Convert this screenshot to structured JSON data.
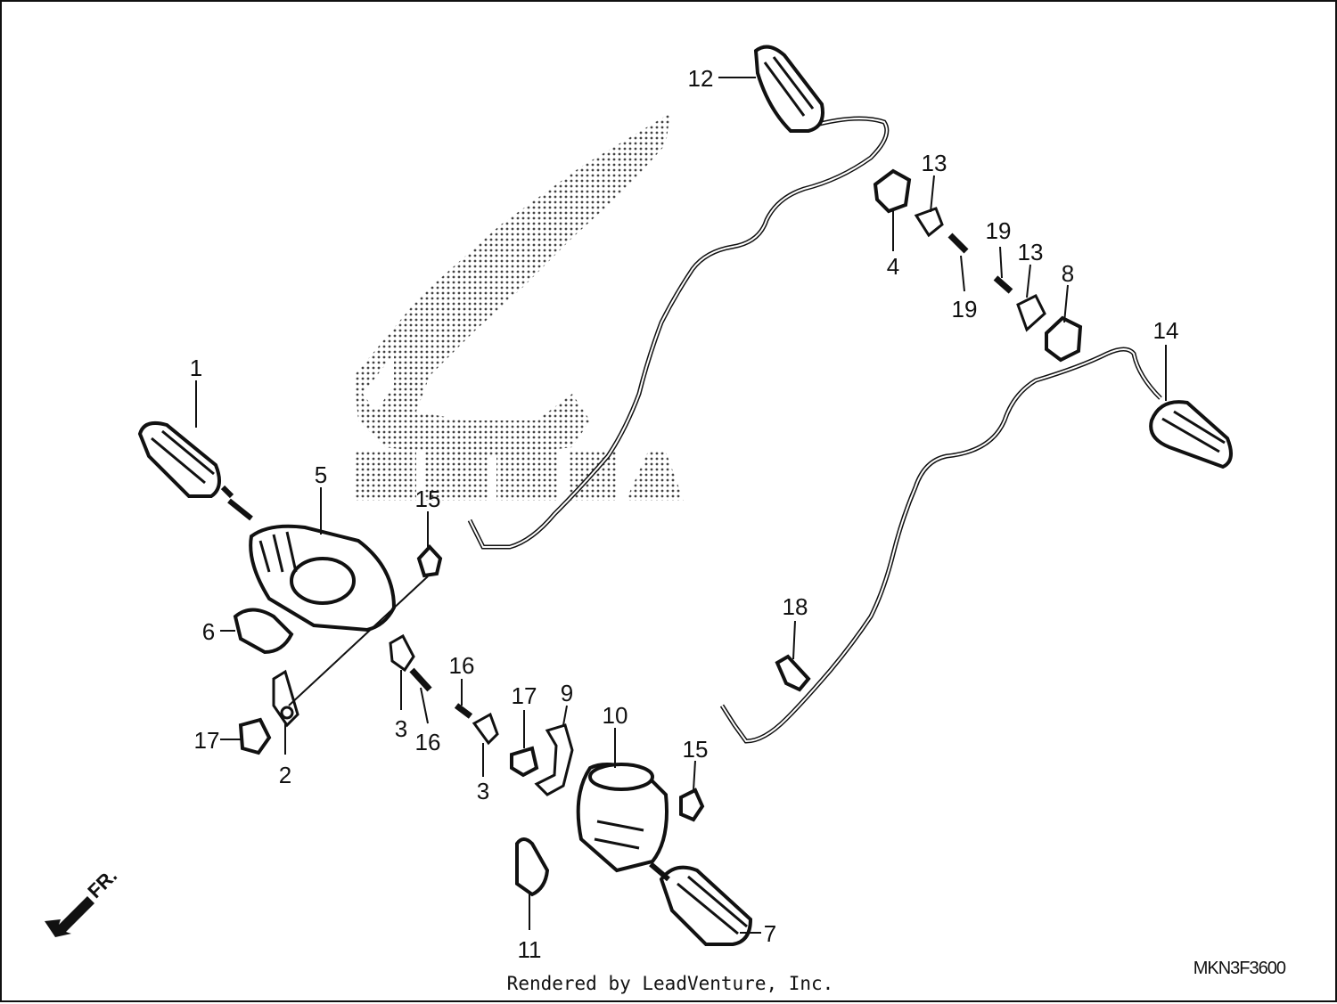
{
  "callouts": {
    "c1": "1",
    "c2": "2",
    "c3a": "3",
    "c3b": "3",
    "c4": "4",
    "c5": "5",
    "c6": "6",
    "c7": "7",
    "c8": "8",
    "c9": "9",
    "c10": "10",
    "c11": "11",
    "c12": "12",
    "c13a": "13",
    "c13b": "13",
    "c14": "14",
    "c15a": "15",
    "c15b": "15",
    "c16a": "16",
    "c16b": "16",
    "c17a": "17",
    "c17b": "17",
    "c18": "18",
    "c19a": "19",
    "c19b": "19"
  },
  "direction_label": "FR.",
  "logo_text": "HONDA",
  "diagram_code": "MKN3F3600",
  "credit": "Rendered by LeadVenture, Inc."
}
